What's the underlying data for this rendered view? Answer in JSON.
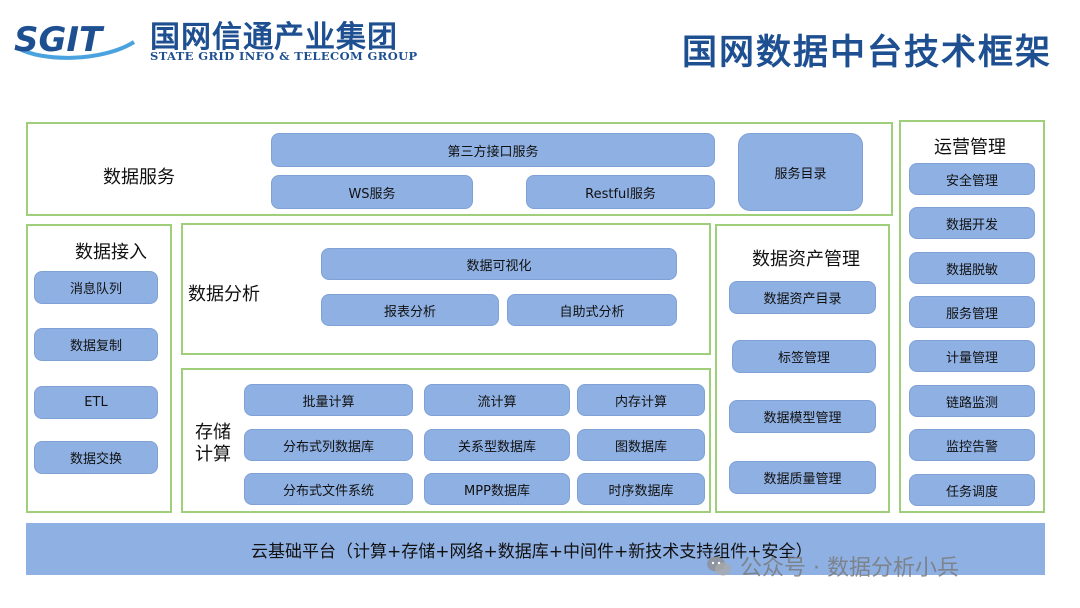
{
  "header": {
    "logo_text": "SGIT",
    "company_cn": "国网信通产业集团",
    "company_en": "STATE GRID INFO & TELECOM GROUP",
    "title": "国网数据中台技术框架"
  },
  "data_services": {
    "label": "数据服务",
    "third_party": "第三方接口服务",
    "ws": "WS服务",
    "restful": "Restful服务",
    "catalog": "服务目录"
  },
  "data_ingest": {
    "label": "数据接入",
    "items": [
      "消息队列",
      "数据复制",
      "ETL",
      "数据交换"
    ]
  },
  "data_analysis": {
    "label": "数据分析",
    "visualization": "数据可视化",
    "report": "报表分析",
    "self_service": "自助式分析"
  },
  "storage_compute": {
    "label": "存储\n计算",
    "rows": [
      [
        "批量计算",
        "流计算",
        "内存计算"
      ],
      [
        "分布式列数据库",
        "关系型数据库",
        "图数据库"
      ],
      [
        "分布式文件系统",
        "MPP数据库",
        "时序数据库"
      ]
    ]
  },
  "asset_mgmt": {
    "label": "数据资产管理",
    "items": [
      "数据资产目录",
      "标签管理",
      "数据模型管理",
      "数据质量管理"
    ]
  },
  "operations": {
    "label": "运营管理",
    "items": [
      "安全管理",
      "数据开发",
      "数据脱敏",
      "服务管理",
      "计量管理",
      "链路监测",
      "监控告警",
      "任务调度"
    ]
  },
  "base_platform": "云基础平台（计算+存储+网络+数据库+中间件+新技术支持组件+安全）",
  "watermark": "公众号 · 数据分析小兵",
  "colors": {
    "brand_blue": "#1d4f91",
    "pill_blue": "#8fb0e2",
    "panel_border_green": "#9fcf7a"
  }
}
